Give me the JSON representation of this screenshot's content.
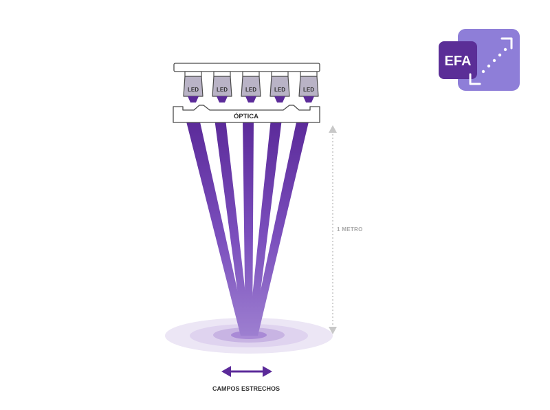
{
  "diagram": {
    "led_label": "LED",
    "led_count": 5,
    "optics_label": "ÓPTICA",
    "distance_label": "1 METRO",
    "field_label": "CAMPOS ESTRECHOS"
  },
  "badge": {
    "text": "EFA",
    "icon": "diagonal-expand-arrow-icon"
  },
  "colors": {
    "beam_dark": "#5a2a97",
    "beam_light": "#b8a1dc",
    "badge_dark": "#5b2e97",
    "badge_light": "#8f7fd9",
    "housing": "#b9b3c6",
    "fixture_stroke": "#4a4a4a",
    "ruler": "#c8c8c8"
  }
}
